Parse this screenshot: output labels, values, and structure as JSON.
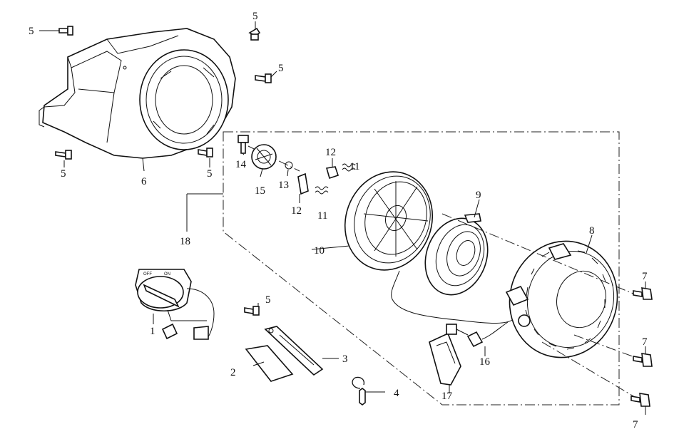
{
  "labels": {
    "p1": "1",
    "p2": "2",
    "p3": "3",
    "p4": "4",
    "p5a": "5",
    "p5b": "5",
    "p5c": "5",
    "p5d": "5",
    "p5e": "5",
    "p5f": "5",
    "p6": "6",
    "p7a": "7",
    "p7b": "7",
    "p7c": "7",
    "p8": "8",
    "p9": "9",
    "p10": "10",
    "p11a": "11",
    "p11b": "11",
    "p12a": "12",
    "p12b": "12",
    "p13": "13",
    "p14": "14",
    "p15": "15",
    "p16": "16",
    "p17": "17",
    "p18": "18"
  },
  "switch_text": {
    "off": "OFF",
    "on": "ON"
  }
}
